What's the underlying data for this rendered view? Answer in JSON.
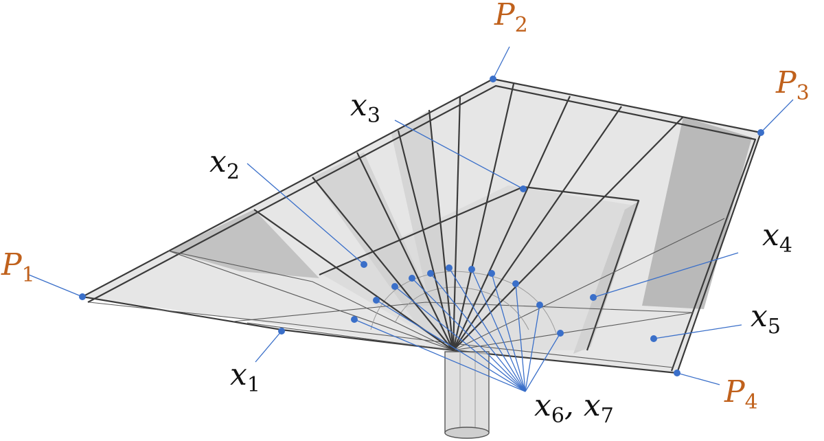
{
  "labels": {
    "p1": {
      "base": "P",
      "sub": "1"
    },
    "p2": {
      "base": "P",
      "sub": "2"
    },
    "p3": {
      "base": "P",
      "sub": "3"
    },
    "p4": {
      "base": "P",
      "sub": "4"
    },
    "x1": {
      "base": "x",
      "sub": "1"
    },
    "x2": {
      "base": "x",
      "sub": "2"
    },
    "x3": {
      "base": "x",
      "sub": "3"
    },
    "x4": {
      "base": "x",
      "sub": "4"
    },
    "x5": {
      "base": "x",
      "sub": "5"
    },
    "x6x7": {
      "base1": "x",
      "sub1": "6",
      "sep": ", ",
      "base2": "x",
      "sub2": "7"
    }
  },
  "colors": {
    "corner_label": "#c0611c",
    "leader_line": "#3a6fc9",
    "panel_light": "#dcdcdc",
    "panel_dark": "#b4b4b4",
    "edge": "#3a3a3a"
  }
}
